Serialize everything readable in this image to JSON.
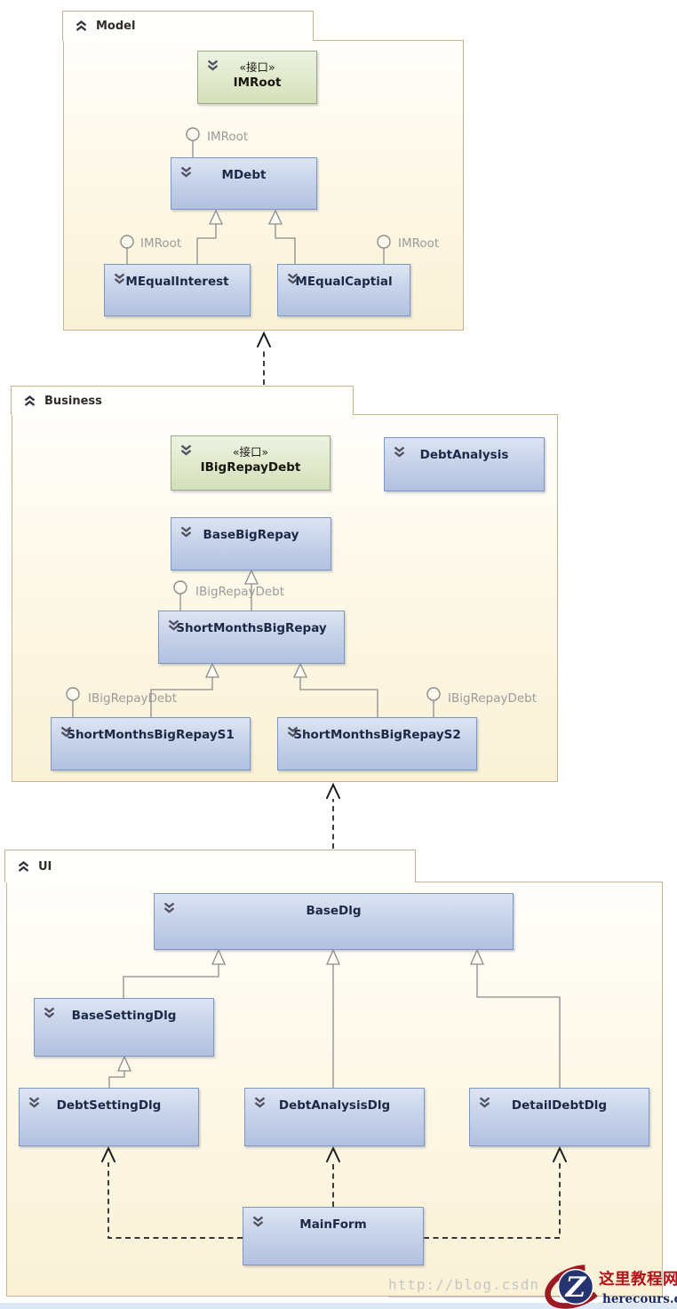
{
  "diagram": {
    "type": "uml-class-diagram",
    "packages": [
      {
        "name": "Model",
        "classes": [
          {
            "kind": "interface",
            "stereotype": "«接口»",
            "name": "IMRoot"
          },
          {
            "kind": "class",
            "name": "MDebt"
          },
          {
            "kind": "class",
            "name": "MEqualInterest"
          },
          {
            "kind": "class",
            "name": "MEqualCaptial"
          }
        ],
        "lollipops": [
          {
            "label": "IMRoot",
            "attached_to": "MDebt"
          },
          {
            "label": "IMRoot",
            "attached_to": "MEqualInterest"
          },
          {
            "label": "IMRoot",
            "attached_to": "MEqualCaptial"
          }
        ]
      },
      {
        "name": "Business",
        "classes": [
          {
            "kind": "interface",
            "stereotype": "«接口»",
            "name": "IBigRepayDebt"
          },
          {
            "kind": "class",
            "name": "DebtAnalysis"
          },
          {
            "kind": "class",
            "name": "BaseBigRepay"
          },
          {
            "kind": "class",
            "name": "ShortMonthsBigRepay"
          },
          {
            "kind": "class",
            "name": "ShortMonthsBigRepayS1"
          },
          {
            "kind": "class",
            "name": "ShortMonthsBigRepayS2"
          }
        ],
        "lollipops": [
          {
            "label": "IBigRepayDebt",
            "attached_to": "ShortMonthsBigRepay"
          },
          {
            "label": "IBigRepayDebt",
            "attached_to": "ShortMonthsBigRepayS1"
          },
          {
            "label": "IBigRepayDebt",
            "attached_to": "ShortMonthsBigRepayS2"
          }
        ]
      },
      {
        "name": "UI",
        "classes": [
          {
            "kind": "class",
            "name": "BaseDlg"
          },
          {
            "kind": "class",
            "name": "BaseSettingDlg"
          },
          {
            "kind": "class",
            "name": "DebtSettingDlg"
          },
          {
            "kind": "class",
            "name": "DebtAnalysisDlg"
          },
          {
            "kind": "class",
            "name": "DetailDebtDlg"
          },
          {
            "kind": "class",
            "name": "MainForm"
          }
        ]
      }
    ],
    "relationships": [
      {
        "type": "generalization",
        "from": "MEqualInterest",
        "to": "MDebt"
      },
      {
        "type": "generalization",
        "from": "MEqualCaptial",
        "to": "MDebt"
      },
      {
        "type": "generalization",
        "from": "ShortMonthsBigRepay",
        "to": "BaseBigRepay"
      },
      {
        "type": "generalization",
        "from": "ShortMonthsBigRepayS1",
        "to": "ShortMonthsBigRepay"
      },
      {
        "type": "generalization",
        "from": "ShortMonthsBigRepayS2",
        "to": "ShortMonthsBigRepay"
      },
      {
        "type": "generalization",
        "from": "BaseSettingDlg",
        "to": "BaseDlg"
      },
      {
        "type": "generalization",
        "from": "DebtAnalysisDlg",
        "to": "BaseDlg"
      },
      {
        "type": "generalization",
        "from": "DetailDebtDlg",
        "to": "BaseDlg"
      },
      {
        "type": "generalization",
        "from": "DebtSettingDlg",
        "to": "BaseSettingDlg"
      },
      {
        "type": "dependency",
        "from": "Business",
        "to": "Model"
      },
      {
        "type": "dependency",
        "from": "UI",
        "to": "Business"
      },
      {
        "type": "dependency",
        "from": "MainForm",
        "to": "DebtSettingDlg"
      },
      {
        "type": "dependency",
        "from": "MainForm",
        "to": "DebtAnalysisDlg"
      },
      {
        "type": "dependency",
        "from": "MainForm",
        "to": "DetailDebtDlg"
      }
    ]
  },
  "footer": {
    "watermark": "http://blog.csdn",
    "logo": {
      "monogram": "Z",
      "site_name": "这里教程网",
      "site_domain": "herecours.com"
    }
  },
  "colors": {
    "package_fill": "#fdf8e8",
    "package_border": "#c9b292",
    "class_fill_top": "#dde5f3",
    "class_fill_bottom": "#b2c1e0",
    "class_border": "#7e96c2",
    "class_name_text": "#1b2947",
    "interface_fill": "#e0e9cb",
    "interface_border": "#9aab86",
    "connector_gray": "#8c8c8c",
    "dependency_black": "#1c1c1c",
    "lollipop_label": "#9b9b9b",
    "watermark_gray": "#c6c6c6",
    "logo_red": "#a5151d",
    "logo_navy": "#25336e"
  }
}
